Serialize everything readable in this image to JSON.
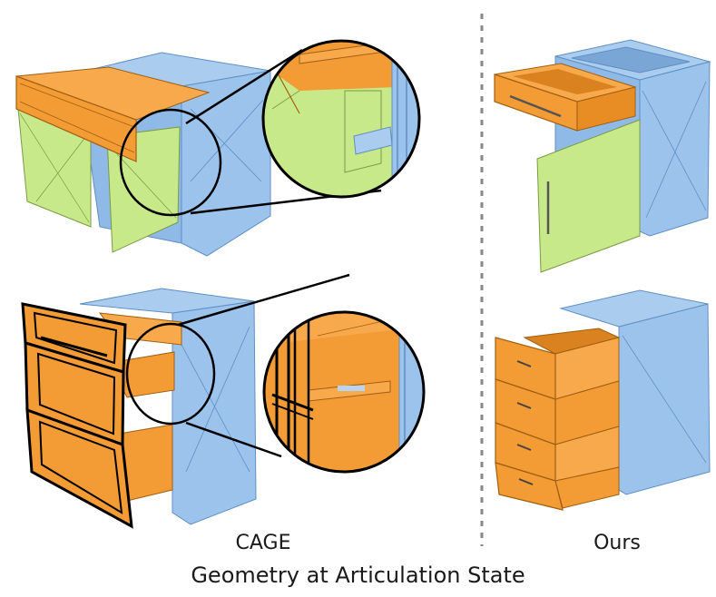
{
  "labels": {
    "left_column": "CAGE",
    "right_column": "Ours",
    "caption": "Geometry at Articulation State"
  },
  "colors": {
    "cabinet_body": "#9cc3ec",
    "cabinet_body_dark": "#7aa6d6",
    "drawer": "#f39b34",
    "drawer_dark": "#d9821f",
    "door": "#c8e98a",
    "divider": "#888888",
    "outline": "#000000"
  }
}
